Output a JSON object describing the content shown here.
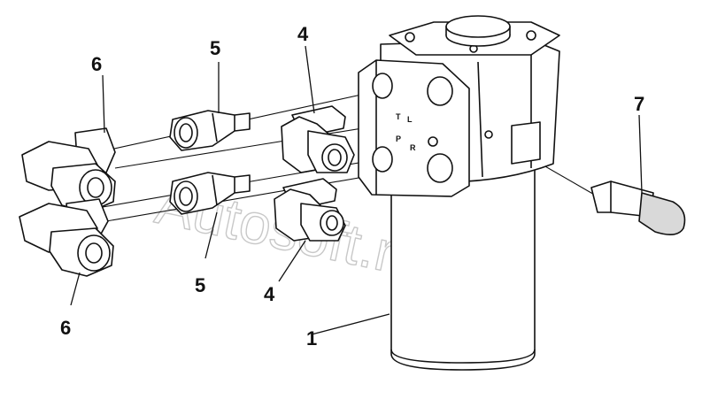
{
  "callouts": {
    "c1": "1",
    "c4a": "4",
    "c4b": "4",
    "c5a": "5",
    "c5b": "5",
    "c6a": "6",
    "c6b": "6",
    "c7": "7"
  },
  "port_labels": {
    "t": "T",
    "l": "L",
    "p": "P",
    "r": "R"
  },
  "watermark": "Autosoft.ru",
  "colors": {
    "line": "#111111",
    "shade": "#d9d9d9",
    "watermark": "#c8c8c8"
  }
}
